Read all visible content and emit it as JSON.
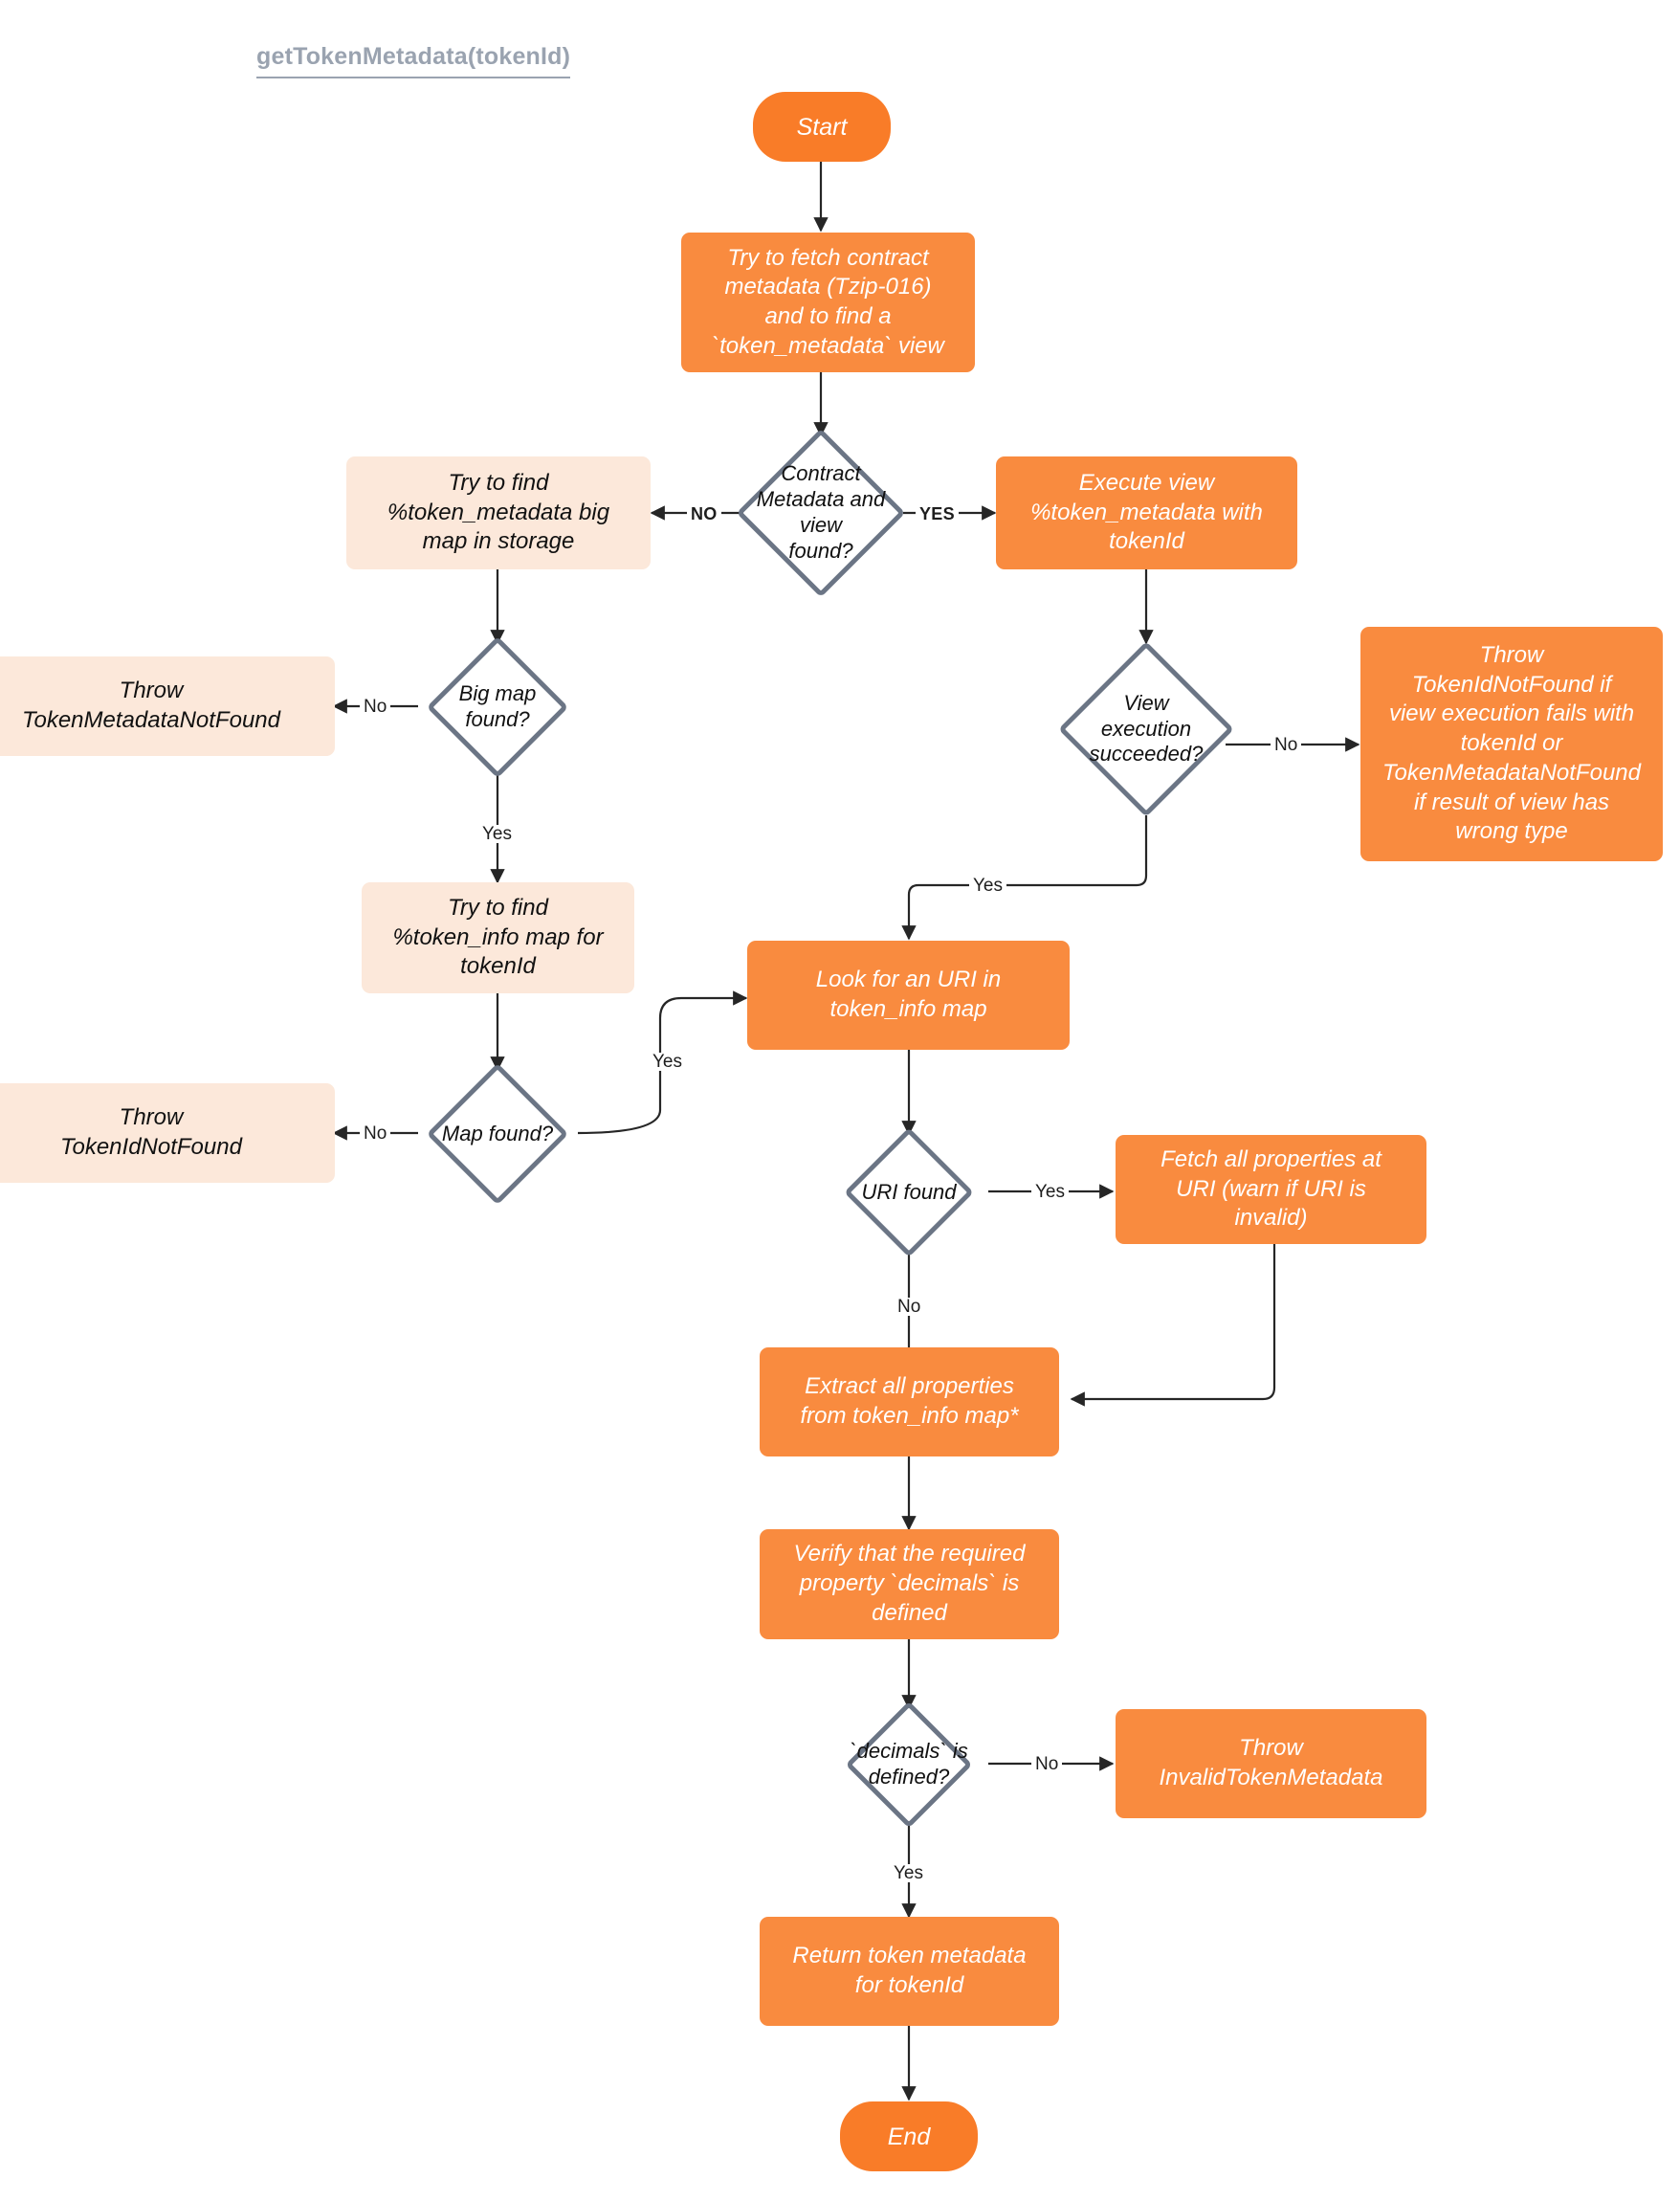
{
  "diagram": {
    "title": "getTokenMetadata(tokenId)",
    "colors": {
      "process_orange": "#f98b3f",
      "process_pale": "#fce8da",
      "terminator_orange": "#f97c28",
      "decision_border": "#6b7585",
      "title_gray": "#9aa3b0",
      "edge_black": "#262626",
      "node_text_light": "#ffffff",
      "node_text_dark": "#111111"
    },
    "nodes": {
      "start": "Start",
      "fetch_contract_metadata": "Try to fetch contract\nmetadata (Tzip-016)\nand to find a\n`token_metadata` view",
      "contract_metadata_found": "Contract\nMetadata and\nview\nfound?",
      "find_big_map": "Try to find\n%token_metadata big\nmap in storage",
      "execute_view": "Execute view\n%token_metadata with\ntokenId",
      "big_map_found": "Big map\nfound?",
      "throw_token_metadata_not_found": "Throw\nTokenMetadataNotFound",
      "view_execution_succeeded": "View\nexecution\nsucceeded?",
      "throw_view_failure": "Throw\nTokenIdNotFound if\nview execution fails with\ntokenId or\nTokenMetadataNotFound\nif result of view has\nwrong type",
      "find_token_info_map": "Try to find\n%token_info map for\ntokenId",
      "map_found": "Map found?",
      "throw_token_id_not_found": "Throw\nTokenIdNotFound",
      "look_for_uri": "Look for an URI in\ntoken_info map",
      "uri_found": "URI found",
      "fetch_properties_at_uri": "Fetch all properties at\nURI (warn if URI is\ninvalid)",
      "extract_properties": "Extract all properties\nfrom token_info map*",
      "verify_decimals": "Verify that the required\nproperty `decimals` is\ndefined",
      "decimals_defined": "`decimals` is\ndefined?",
      "throw_invalid_token_metadata": "Throw\nInvalidTokenMetadata",
      "return_metadata": "Return token metadata\nfor tokenId",
      "end": "End"
    },
    "edge_labels": {
      "contract_no": "NO",
      "contract_yes": "YES",
      "big_map_no": "No",
      "big_map_yes": "Yes",
      "view_no": "No",
      "view_yes": "Yes",
      "map_no": "No",
      "map_yes": "Yes",
      "uri_yes": "Yes",
      "uri_no": "No",
      "decimals_no": "No",
      "decimals_yes": "Yes"
    }
  }
}
